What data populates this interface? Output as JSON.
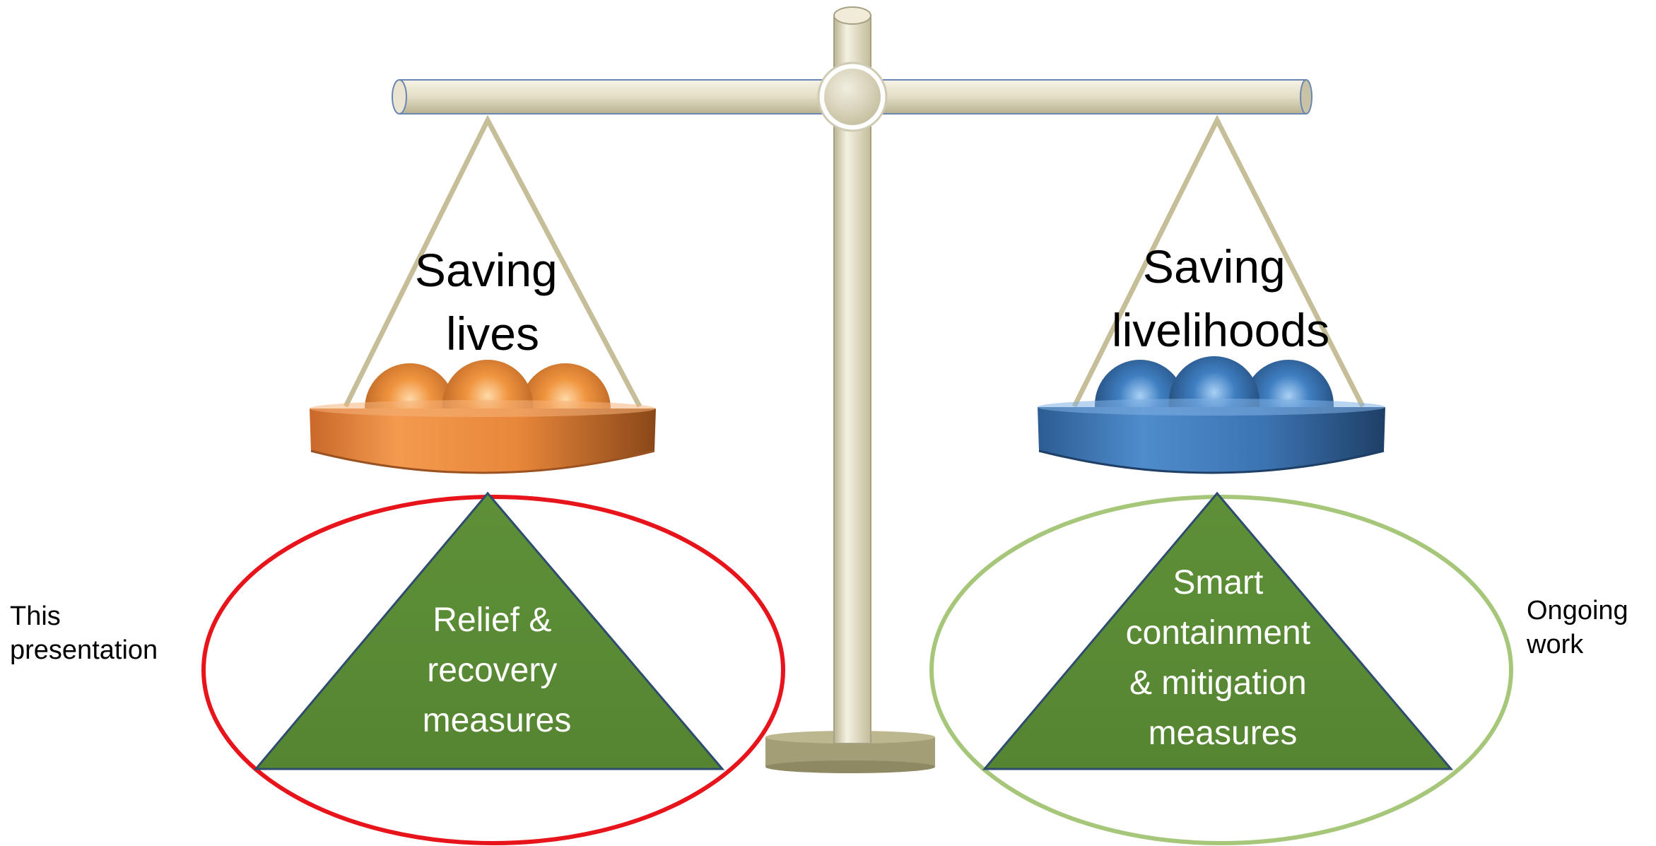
{
  "left_pan": {
    "heading_lines": [
      "Saving",
      "lives"
    ],
    "color": "#E8873A",
    "triangle_lines": [
      "Relief &",
      "recovery",
      "measures"
    ],
    "side_note_lines": [
      "This",
      "presentation"
    ],
    "ellipse_color": "#E8141B"
  },
  "right_pan": {
    "heading_lines": [
      "Saving",
      "livelihoods"
    ],
    "color": "#3C74B2",
    "triangle_lines": [
      "Smart",
      "containment",
      "& mitigation",
      "measures"
    ],
    "side_note_lines": [
      "Ongoing",
      "work"
    ],
    "ellipse_color": "#A6C77A"
  },
  "colors": {
    "beam": "#E4DFC6",
    "post": "#E6E1C9",
    "base": "#A39E75",
    "strings": "#C6BE98",
    "triangle_fill": "#5B8C37",
    "triangle_text": "#FFFFFF",
    "heading_text": "#000000"
  }
}
